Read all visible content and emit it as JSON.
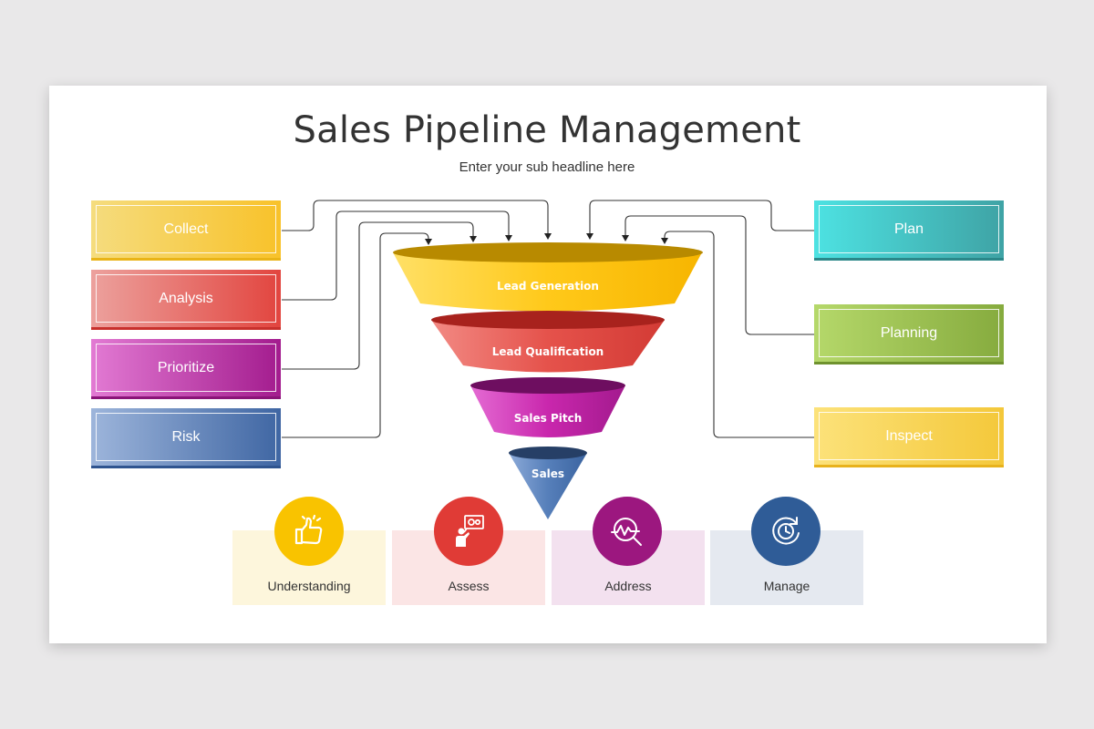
{
  "header": {
    "title": "Sales Pipeline Management",
    "subtitle": "Enter your sub headline here"
  },
  "left_boxes": [
    {
      "label": "Collect",
      "color": "#F8C22A"
    },
    {
      "label": "Analysis",
      "color": "#E2453F"
    },
    {
      "label": "Prioritize",
      "color": "#A31C8E"
    },
    {
      "label": "Risk",
      "color": "#3F66A3"
    }
  ],
  "right_boxes": [
    {
      "label": "Plan",
      "color": "#3FA3A5"
    },
    {
      "label": "Planning",
      "color": "#86AB3E"
    },
    {
      "label": "Inspect",
      "color": "#F4C83A"
    }
  ],
  "funnel": {
    "stages": [
      {
        "label": "Lead Generation",
        "color": "#FFC20E"
      },
      {
        "label": "Lead Qualification",
        "color": "#E04B43"
      },
      {
        "label": "Sales Pitch",
        "color": "#C0219F"
      },
      {
        "label": "Sales",
        "color": "#4A76B3"
      }
    ]
  },
  "bottom_cards": [
    {
      "label": "Understanding",
      "icon": "thumbs-up-icon",
      "color": "#F9C300"
    },
    {
      "label": "Assess",
      "icon": "presenter-gear-icon",
      "color": "#E03B36"
    },
    {
      "label": "Address",
      "icon": "chart-magnifier-icon",
      "color": "#9C177F"
    },
    {
      "label": "Manage",
      "icon": "clock-refresh-icon",
      "color": "#2F5C97"
    }
  ]
}
